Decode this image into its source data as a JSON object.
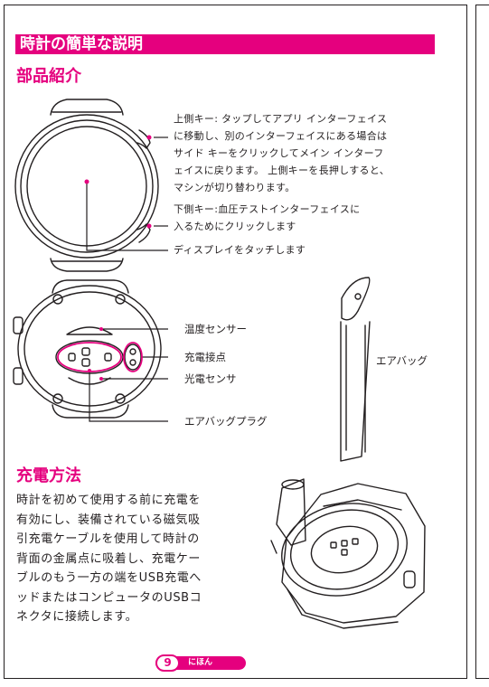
{
  "banner_title": "時計の簡単な説明",
  "section1_heading": "部品紹介",
  "callouts": {
    "upper_key": [
      "上側キー: タップしてアプリ インターフェイス",
      "に移動し、別のインターフェイスにある場合は",
      "サイド キーをクリックしてメイン インターフ",
      "ェイスに戻ります。 上側キーを長押しすると、",
      "マシンが切り替わります。"
    ],
    "lower_key": [
      "下側キー:血圧テストインターフェイスに",
      "入るためにクリックします"
    ],
    "display": "ディスプレイをタッチします"
  },
  "back_labels": {
    "temperature_sensor": "温度センサー",
    "charging_contact": "充電接点",
    "optical_sensor": "光電センサ",
    "airbag_plug": "エアバッグプラグ",
    "airbag": "エアバッグ"
  },
  "section2_heading": "充電方法",
  "charging_text": [
    "時計を初めて使用する前に充電を",
    "有効にし、装備されている磁気吸",
    "引充電ケーブルを使用して時計の",
    "背面の金属点に吸着し、充電ケー",
    "ブルのもう一方の端をUSB充電へ",
    "ッドまたはコンピュータのUSBコ",
    "ネクタに接続します。"
  ],
  "page_number": "9",
  "page_language": "にほん",
  "colors": {
    "accent": "#e5007e",
    "ink": "#231f20",
    "paper": "#ffffff"
  }
}
